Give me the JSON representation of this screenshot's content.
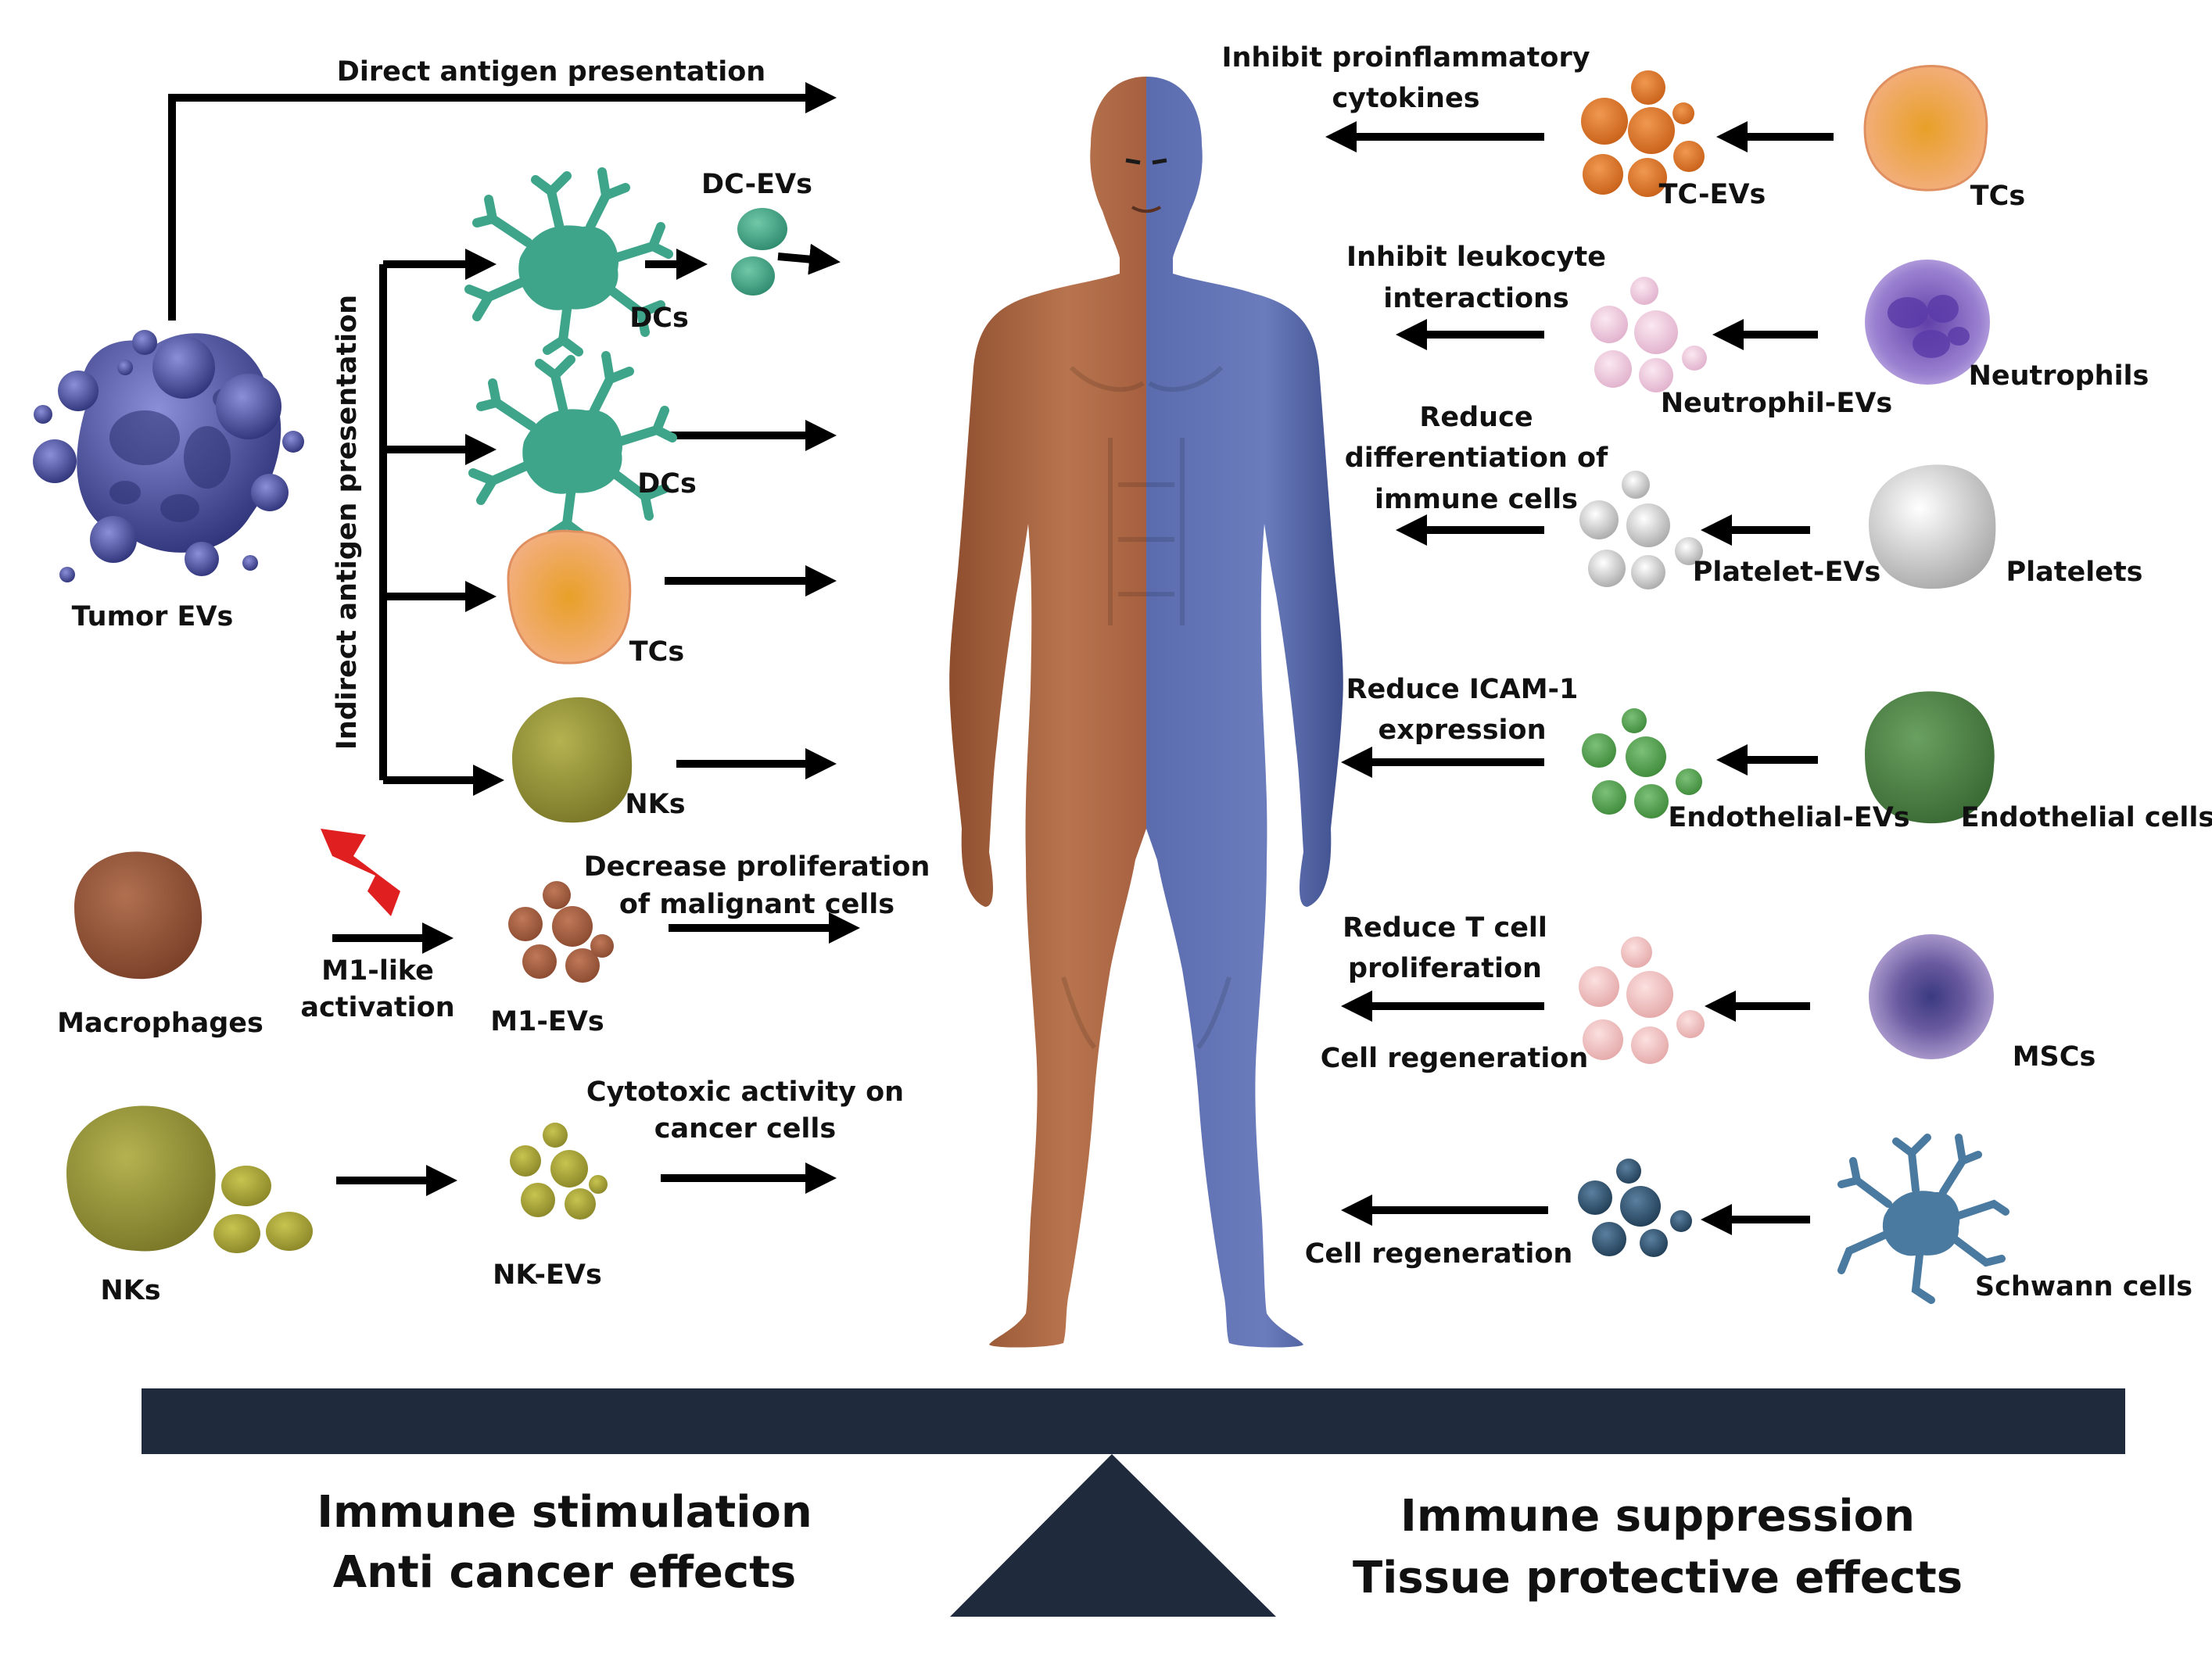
{
  "left": {
    "direct_antigen": "Direct antigen presentation",
    "indirect_antigen": "Indirect antigen presentation",
    "tumor_evs": "Tumor EVs",
    "dc_evs": "DC-EVs",
    "dcs_1": "DCs",
    "dcs_2": "DCs",
    "tcs": "TCs",
    "nks_1": "NKs",
    "macrophages": "Macrophages",
    "m1_like_1": "M1-like",
    "m1_like_2": "activation",
    "m1_evs": "M1-EVs",
    "decrease_1": "Decrease proliferation",
    "decrease_2": "of malignant cells",
    "nks_2": "NKs",
    "nk_evs": "NK-EVs",
    "cytotoxic_1": "Cytotoxic activity on",
    "cytotoxic_2": "cancer cells"
  },
  "right": {
    "proinflam_1": "Inhibit proinflammatory",
    "proinflam_2": "cytokines",
    "tc_evs": "TC-EVs",
    "tcs": "TCs",
    "leuko_1": "Inhibit leukocyte",
    "leuko_2": "interactions",
    "neutrophil_evs": "Neutrophil-EVs",
    "neutrophils": "Neutrophils",
    "reduce_diff_1": "Reduce",
    "reduce_diff_2": "differentiation of",
    "reduce_diff_3": "immune cells",
    "platelet_evs": "Platelet-EVs",
    "platelets": "Platelets",
    "icam_1": "Reduce ICAM-1",
    "icam_2": "expression",
    "endothelial_evs": "Endothelial-EVs",
    "endothelial_cells": "Endothelial cells",
    "tcell_1": "Reduce T cell",
    "tcell_2": "proliferation",
    "cell_regen_1": "Cell regeneration",
    "mscs": "MSCs",
    "cell_regen_2": "Cell regeneration",
    "schwann": "Schwann cells"
  },
  "bottom": {
    "stim_1": "Immune stimulation",
    "stim_2": "Anti cancer effects",
    "supp_1": "Immune suppression",
    "supp_2": "Tissue protective effects"
  },
  "colors": {
    "body_left": "#B06A45",
    "body_right": "#5A6CA8",
    "balance": "#1F2A3C",
    "tumor": "#4A4F9A",
    "dc": "#3FA58A",
    "tc": "#F0A068",
    "nk": "#9B9A3A",
    "macrophage": "#9A5A40",
    "tc_ev": "#E07A2A",
    "neutrophil": "#7A5AB0",
    "neutrophil_ev": "#F0C8DC",
    "platelet": "#D8D8D8",
    "endothelial": "#4E8A48",
    "endothelial_ev": "#5AA858",
    "msc": "#8E78B8",
    "msc_ev": "#F4C0C0",
    "schwann": "#4A7AA0",
    "schwann_ev": "#355A78",
    "lightning": "#E02020"
  }
}
